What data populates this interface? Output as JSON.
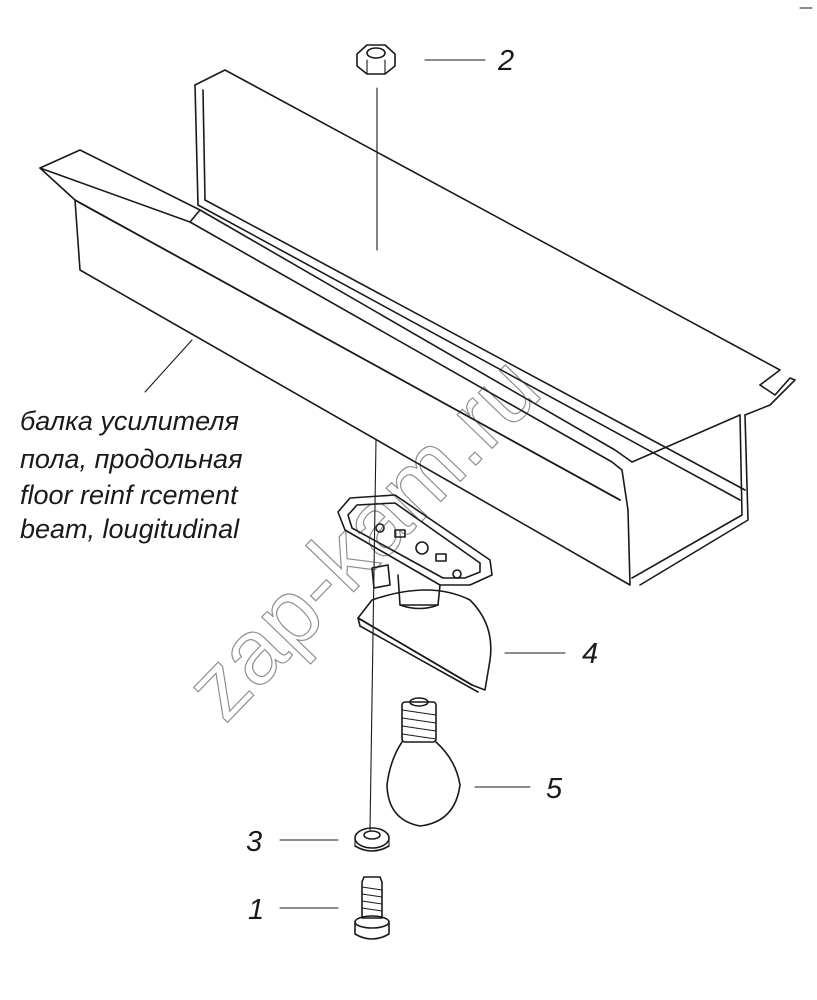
{
  "callouts": [
    {
      "id": "1",
      "label": "1"
    },
    {
      "id": "2",
      "label": "2"
    },
    {
      "id": "3",
      "label": "3"
    },
    {
      "id": "4",
      "label": "4"
    },
    {
      "id": "5",
      "label": "5"
    }
  ],
  "beam_label": {
    "line1": "балка усилителя",
    "line2": "пола, продольная",
    "line3": "floor  reinf rcement",
    "line4": "beam, lougitudinal"
  },
  "watermark": "zap-kam.ru",
  "colors": {
    "ink": "#1a1a1a",
    "background": "#ffffff"
  }
}
